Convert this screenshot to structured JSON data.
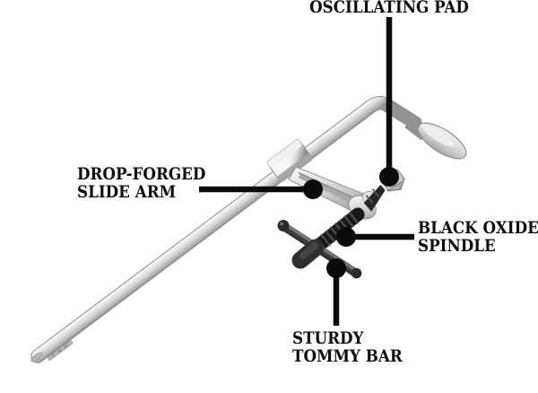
{
  "diagram": {
    "subject": "f-style-bar-clamp-illustration",
    "background": "#ffffff",
    "text_color": "#0d0d0d",
    "callout_color": "#0b0b0b",
    "metal_colors": {
      "light": "#f6f6f6",
      "mid": "#d2d2d2",
      "dark": "#9a9a9a"
    },
    "dark_part_color": "#1e1e1e",
    "callouts": {
      "oscillating_pad": {
        "lines": [
          "OSCILLATING PAD"
        ]
      },
      "slide_arm": {
        "lines": [
          "DROP-FORGED",
          "SLIDE ARM"
        ]
      },
      "spindle": {
        "lines": [
          "BLACK OXIDE",
          "SPINDLE"
        ]
      },
      "tommy_bar": {
        "lines": [
          "STURDY",
          "TOMMY BAR"
        ]
      }
    }
  }
}
